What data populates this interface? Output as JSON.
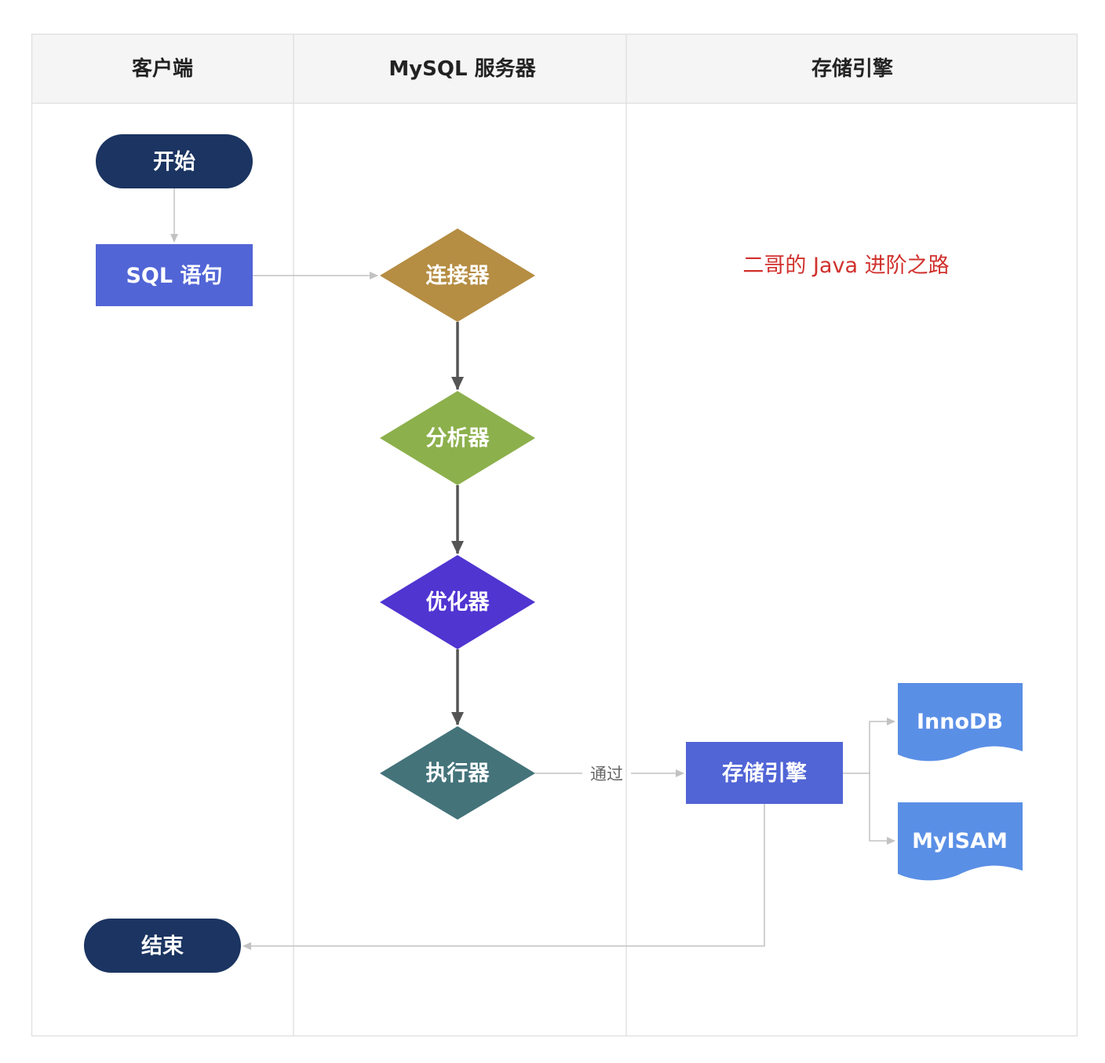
{
  "lanes": {
    "client": "客户端",
    "server": "MySQL 服务器",
    "engine": "存储引擎"
  },
  "nodes": {
    "start": "开始",
    "sql": "SQL 语句",
    "connector": "连接器",
    "analyzer": "分析器",
    "optimizer": "优化器",
    "executor": "执行器",
    "storage_engine": "存储引擎",
    "innodb": "InnoDB",
    "myisam": "MyISAM",
    "end": "结束"
  },
  "edges": {
    "via": "通过"
  },
  "watermark": "二哥的 Java 进阶之路",
  "colors": {
    "terminal": "#1b3461",
    "process": "#5165d6",
    "connector": "#b58d43",
    "analyzer": "#8cb04c",
    "optimizer": "#5035d1",
    "executor": "#44737a",
    "document": "#5a8fe6",
    "header_bg": "#f4f5f4",
    "watermark": "#d0312d"
  }
}
